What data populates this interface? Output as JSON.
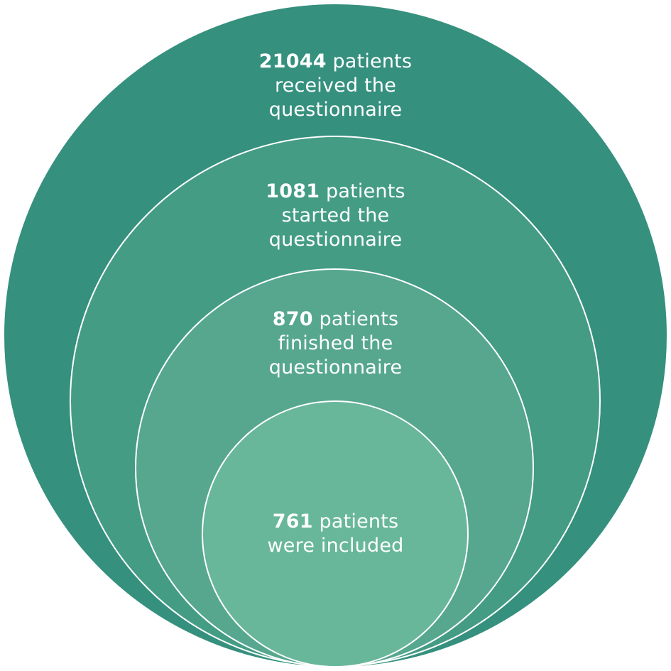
{
  "levels": [
    {
      "count": "21044",
      "line1_rest": "patients",
      "line2": "received the",
      "line3": "questionnaire",
      "color": "#35907E"
    },
    {
      "count": "1081",
      "line1_rest": "patients",
      "line2": "started the",
      "line3": "questionnaire",
      "color": "#449C85"
    },
    {
      "count": "870",
      "line1_rest": "patients",
      "line2": "finished the",
      "line3": "questionnaire",
      "color": "#56A78E"
    },
    {
      "count": "761",
      "line1_rest": "patients",
      "line2": "were included",
      "color": "#68B79A"
    }
  ]
}
